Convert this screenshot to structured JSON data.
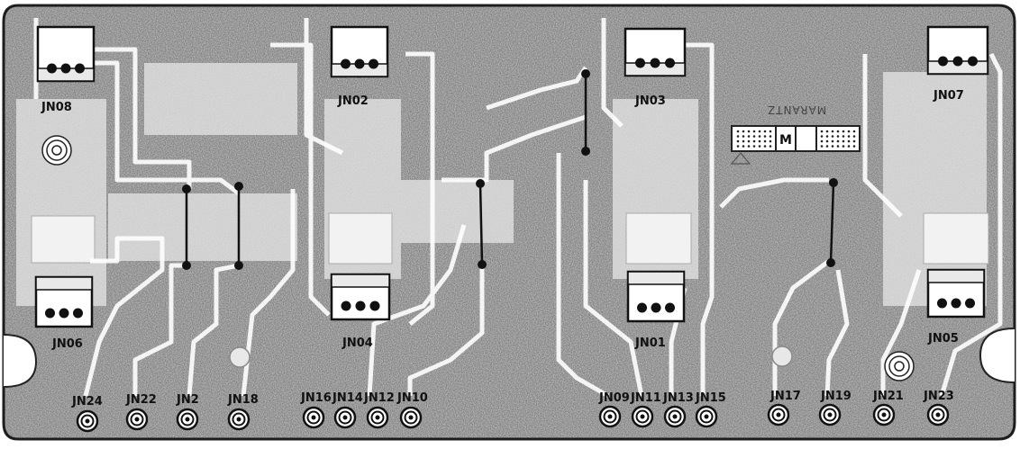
{
  "board": {
    "brand_text": "MARANTZ",
    "connector_mark": "M"
  },
  "colors": {
    "background": "#ffffff",
    "board_fill": "#d6d6d6",
    "board_outline": "#222222",
    "trace": "#ffffff",
    "jumper": "#111111",
    "pad": "#111111"
  },
  "sockets": {
    "JN08": "JN08",
    "JN02": "JN02",
    "JN03": "JN03",
    "JN07": "JN07",
    "JN06": "JN06",
    "JN04": "JN04",
    "JN01": "JN01",
    "JN05": "JN05"
  },
  "jacks": {
    "JN24": "JN24",
    "JN22": "JN22",
    "JN2": "JN2",
    "JN18": "JN18",
    "JN16": "JN16",
    "JN14": "JN14",
    "JN12": "JN12",
    "JN10": "JN10",
    "JN09": "JN09",
    "JN11": "JN11",
    "JN13": "JN13",
    "JN15": "JN15",
    "JN17": "JN17",
    "JN19": "JN19",
    "JN21": "JN21",
    "JN23": "JN23"
  }
}
